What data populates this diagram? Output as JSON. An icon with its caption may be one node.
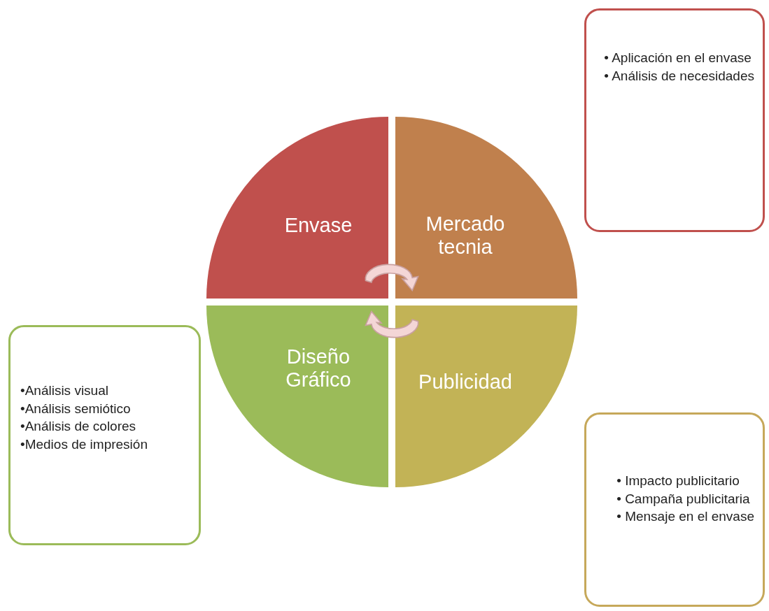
{
  "diagram": {
    "nodes": [
      {
        "text": [
          "Envase"
        ]
      },
      {
        "text": [
          "Mercado tecnia"
        ]
      },
      {
        "text": [
          "• Aplicación en el envase",
          "• Análisis de necesidades"
        ]
      },
      {
        "text": [
          "Diseño Gráfico"
        ]
      },
      {
        "text": [
          "Publicidad"
        ]
      },
      {
        "text": [
          "•Análisis visual",
          "•Análisis semiótico",
          "•Análisis de colores",
          "•Medios de impresión"
        ]
      },
      {
        "text": [
          "• Impacto publicitario",
          "• Campaña publicitaria",
          "• Mensaje en el envase"
        ]
      }
    ]
  }
}
